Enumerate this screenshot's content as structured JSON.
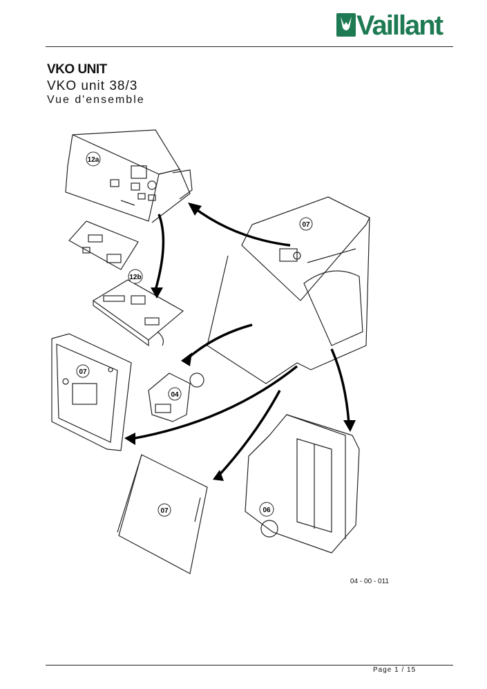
{
  "header": {
    "brand": "Vaillant",
    "title": "VKO UNIT",
    "subtitle": "VKO unit 38/3",
    "subtitle2": "Vue d'ensemble"
  },
  "diagram": {
    "parts": [
      "12a",
      "12b",
      "07",
      "07",
      "04",
      "07",
      "06"
    ],
    "reference": "04 - 00 - 011"
  },
  "footer": {
    "page": "Page 1 / 15"
  },
  "colors": {
    "brand_green": "#1e7a52"
  }
}
